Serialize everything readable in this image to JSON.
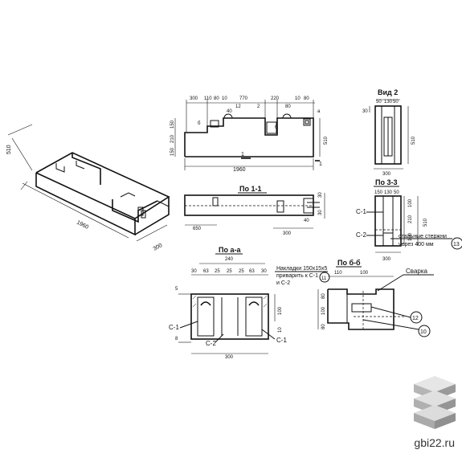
{
  "iso": {
    "length": "1960",
    "width": "300",
    "height": "510"
  },
  "elevation": {
    "top_dims": [
      "300",
      "110",
      "80",
      "10",
      "770",
      "220",
      "10",
      "80"
    ],
    "left_dims": [
      "150",
      "210",
      "150"
    ],
    "right_dim": "510",
    "bottom_dim": "1960",
    "small_dims": [
      "40",
      "12",
      "80",
      "2"
    ],
    "section_marks": [
      "1",
      "1"
    ],
    "mark_letters": [
      "б",
      "б",
      "а"
    ]
  },
  "plan": {
    "title": "По 1-1",
    "dims": [
      "650",
      "300",
      "40",
      "30",
      "30"
    ]
  },
  "end_view": {
    "title": "Вид 2",
    "top_dims": [
      "50",
      "130",
      "50"
    ],
    "side_dims": [
      "30",
      "510"
    ],
    "bottom_dim": "300"
  },
  "section33": {
    "title": "По 3-3",
    "top_dims": [
      "150",
      "130",
      "50"
    ],
    "right_dims": [
      "100",
      "210",
      "100"
    ],
    "side_dim": "510",
    "bottom_dim": "300",
    "labels": [
      "С-1",
      "С-2"
    ],
    "note": [
      "стальные стержни",
      "через 400 мм"
    ],
    "callout": "13"
  },
  "sectionA": {
    "title": "По а-а",
    "top_dim": "240",
    "dims": [
      "30",
      "63",
      "25",
      "25",
      "25",
      "63",
      "30"
    ],
    "side_dims": [
      "5",
      "8",
      "100",
      "10"
    ],
    "labels": [
      "С-1",
      "С-2",
      "С-1"
    ],
    "bottom_dim": "300",
    "note": [
      "Накладки 150x15x5",
      "приварить к С-1",
      "и С-2"
    ],
    "callout": "11"
  },
  "sectionB": {
    "title": "По б-б",
    "top_dims": [
      "110",
      "100"
    ],
    "dims": [
      "80",
      "100",
      "80"
    ],
    "weld_label": "Сварка",
    "callouts": [
      "12",
      "10"
    ]
  },
  "site": "gbi22.ru"
}
